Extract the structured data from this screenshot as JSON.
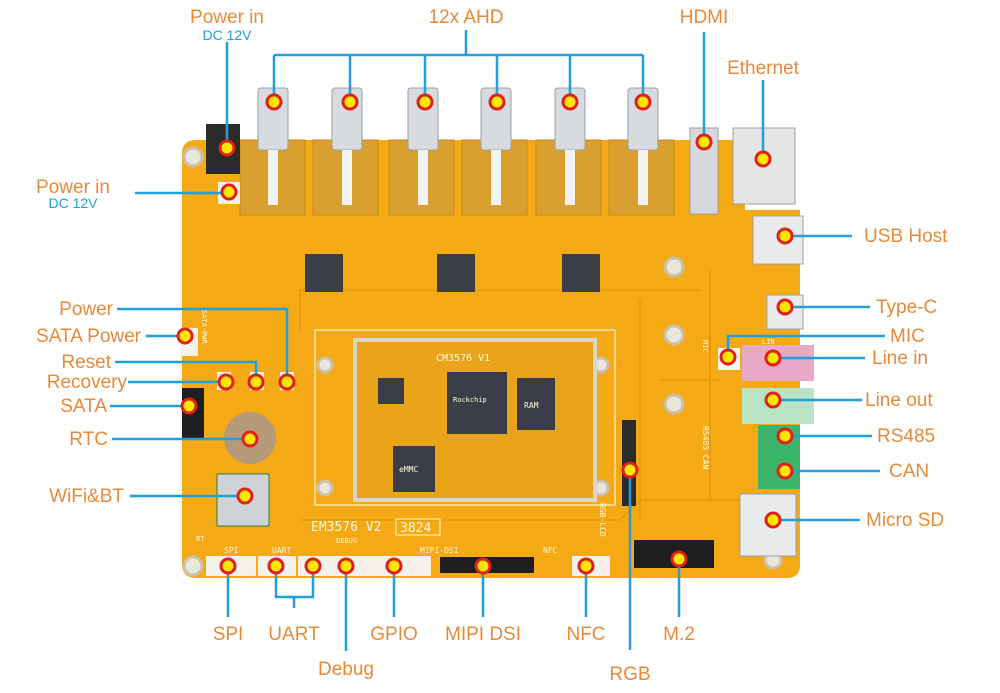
{
  "title": "EM3576 board interface diagram",
  "colors": {
    "label": "#e8893a",
    "sublabel": "#1f9fdc",
    "leader": "#1f9fdc",
    "marker_fill": "#ffe600",
    "marker_ring": "#e0201c",
    "pcb": "#f5a915"
  },
  "board": {
    "model_silk": "EM3576 V2",
    "version_box": "3824",
    "module_silk": "CM3576 V1",
    "ram_chip": "RAM",
    "emmc_chip": "eMMC",
    "soc_chip": "Rockchip",
    "silk_debug": "DEBUG",
    "silk_spi": "SPI",
    "silk_uart": "UART",
    "silk_mipi": "MIPI-DSI",
    "silk_nfc": "NFC",
    "silk_rgb": "RGB-LCD",
    "silk_rs485": "RS485 CAN",
    "silk_mic": "MIC",
    "silk_lin": "LIN",
    "silk_sata_pwr": "SATA-PWR",
    "silk_bt": "BT"
  },
  "labels": {
    "power_in_top": {
      "text": "Power in",
      "sub": "DC 12V"
    },
    "ahd": {
      "text": "12x AHD"
    },
    "hdmi": {
      "text": "HDMI"
    },
    "ethernet": {
      "text": "Ethernet"
    },
    "power_in_left": {
      "text": "Power in",
      "sub": "DC 12V"
    },
    "usb_host": {
      "text": "USB Host"
    },
    "type_c": {
      "text": "Type-C"
    },
    "mic": {
      "text": "MIC"
    },
    "line_in": {
      "text": "Line in"
    },
    "line_out": {
      "text": "Line out"
    },
    "rs485": {
      "text": "RS485"
    },
    "can": {
      "text": "CAN"
    },
    "micro_sd": {
      "text": "Micro SD"
    },
    "power": {
      "text": "Power"
    },
    "sata_power": {
      "text": "SATA Power"
    },
    "reset": {
      "text": "Reset"
    },
    "recovery": {
      "text": "Recovery"
    },
    "sata": {
      "text": "SATA"
    },
    "rtc": {
      "text": "RTC"
    },
    "wifi_bt": {
      "text": "WiFi&BT"
    },
    "spi": {
      "text": "SPI"
    },
    "uart": {
      "text": "UART"
    },
    "debug": {
      "text": "Debug"
    },
    "gpio": {
      "text": "GPIO"
    },
    "mipi_dsi": {
      "text": "MIPI DSI"
    },
    "nfc": {
      "text": "NFC"
    },
    "rgb": {
      "text": "RGB"
    },
    "m2": {
      "text": "M.2"
    }
  }
}
